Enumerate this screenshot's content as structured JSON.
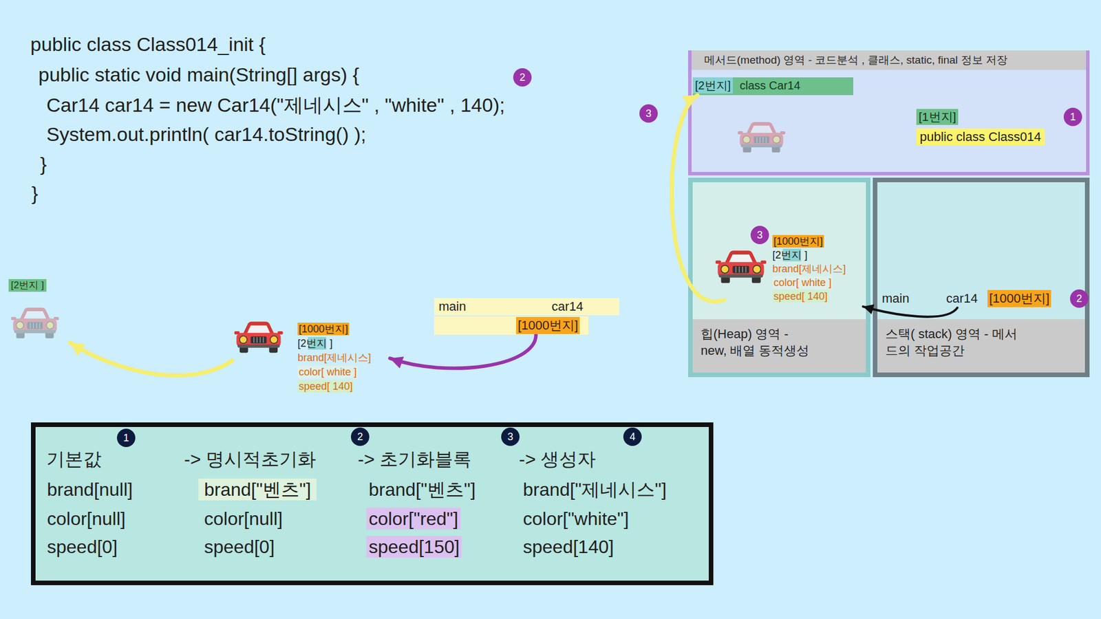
{
  "diagram": {
    "nodes": [
      {
        "text": [
          "메서드(method) 영역 - 코드분석 , 클래스, static, final 정보 저장"
        ]
      },
      {
        "text": [
          "[2번지]",
          "class Car14"
        ],
        "in": 0
      },
      {
        "text": [
          "[1번지]",
          "public class Class014"
        ],
        "in": 0
      },
      {
        "text": [
          "힙(Heap) 영역 - new, 배열 동적생성"
        ]
      },
      {
        "text": [
          "[1000번지]",
          "[2번지 ]",
          "brand[제네시스]",
          "color[ white ]",
          "speed[ 140]"
        ],
        "in": 3
      },
      {
        "text": [
          "스택( stack) 영역 - 메서드의 작업공간"
        ]
      },
      {
        "text": [
          "main",
          "car14",
          "[1000번지]"
        ],
        "in": 5
      },
      {
        "text": [
          "[2번지 ]"
        ]
      },
      {
        "text": [
          "[1000번지]",
          "[2번지 ]",
          "brand[제네시스]",
          "color[ white ]",
          "speed[ 140]"
        ]
      },
      {
        "text": [
          "main",
          "car14",
          "[1000번지]"
        ]
      }
    ],
    "edges": [
      {
        "from": 6,
        "to": 4,
        "arrow": "to"
      },
      {
        "from": 4,
        "to": 1,
        "arrow": "to"
      },
      {
        "from": 9,
        "to": 8,
        "arrow": "to"
      },
      {
        "from": 8,
        "to": 7,
        "arrow": "to"
      }
    ],
    "labels": [
      "public class Class014_init {",
      "public static void main(String[] args) {",
      "2",
      "Car14 car14 = new Car14(\"제네시스\" , \"white\" , 140);",
      "3",
      "System.out.println( car14.toString() );",
      "}",
      "}",
      "1",
      "3",
      "2",
      "기본값",
      "1",
      "-> 명시적초기화",
      "2",
      "-> 초기화블록",
      "3",
      "-> 생성자",
      "4",
      "brand[null]",
      "color[null]",
      "speed[0]",
      "brand[\"벤츠\"]",
      "color[null]",
      "speed[0]",
      "brand[\"벤츠\"]",
      "color[\"red\"]",
      "speed[150]",
      "brand[\"제네시스\"]",
      "color[\"white\"]",
      "speed[140]"
    ]
  }
}
